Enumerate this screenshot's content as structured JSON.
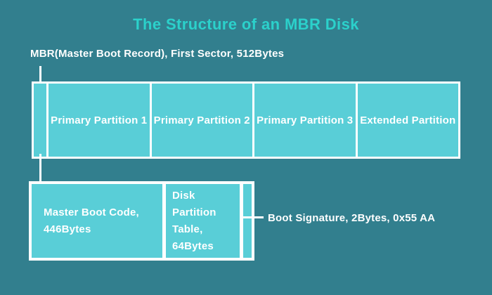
{
  "title": "The Structure of an MBR Disk",
  "colors": {
    "background": "#327f8e",
    "cell_fill": "#59ced7",
    "title_text": "#2bd1cb",
    "line_and_border": "#ffffff",
    "label_text": "#ffffff"
  },
  "labels": {
    "mbr": "MBR(Master Boot Record), First Sector, 512Bytes",
    "boot_signature": "Boot Signature, 2Bytes, 0x55 AA"
  },
  "disk_bar": {
    "cells": [
      "",
      "Primary Partition 1",
      "Primary Partition 2",
      "Primary Partition 3",
      "Extended Partition"
    ]
  },
  "mbr_detail": {
    "cells": [
      {
        "line1": "Master Boot Code,",
        "line2": "446Bytes"
      },
      {
        "line1": "Disk Partition",
        "line2": "Table, 64Bytes"
      },
      {
        "line1": "",
        "line2": ""
      }
    ]
  }
}
